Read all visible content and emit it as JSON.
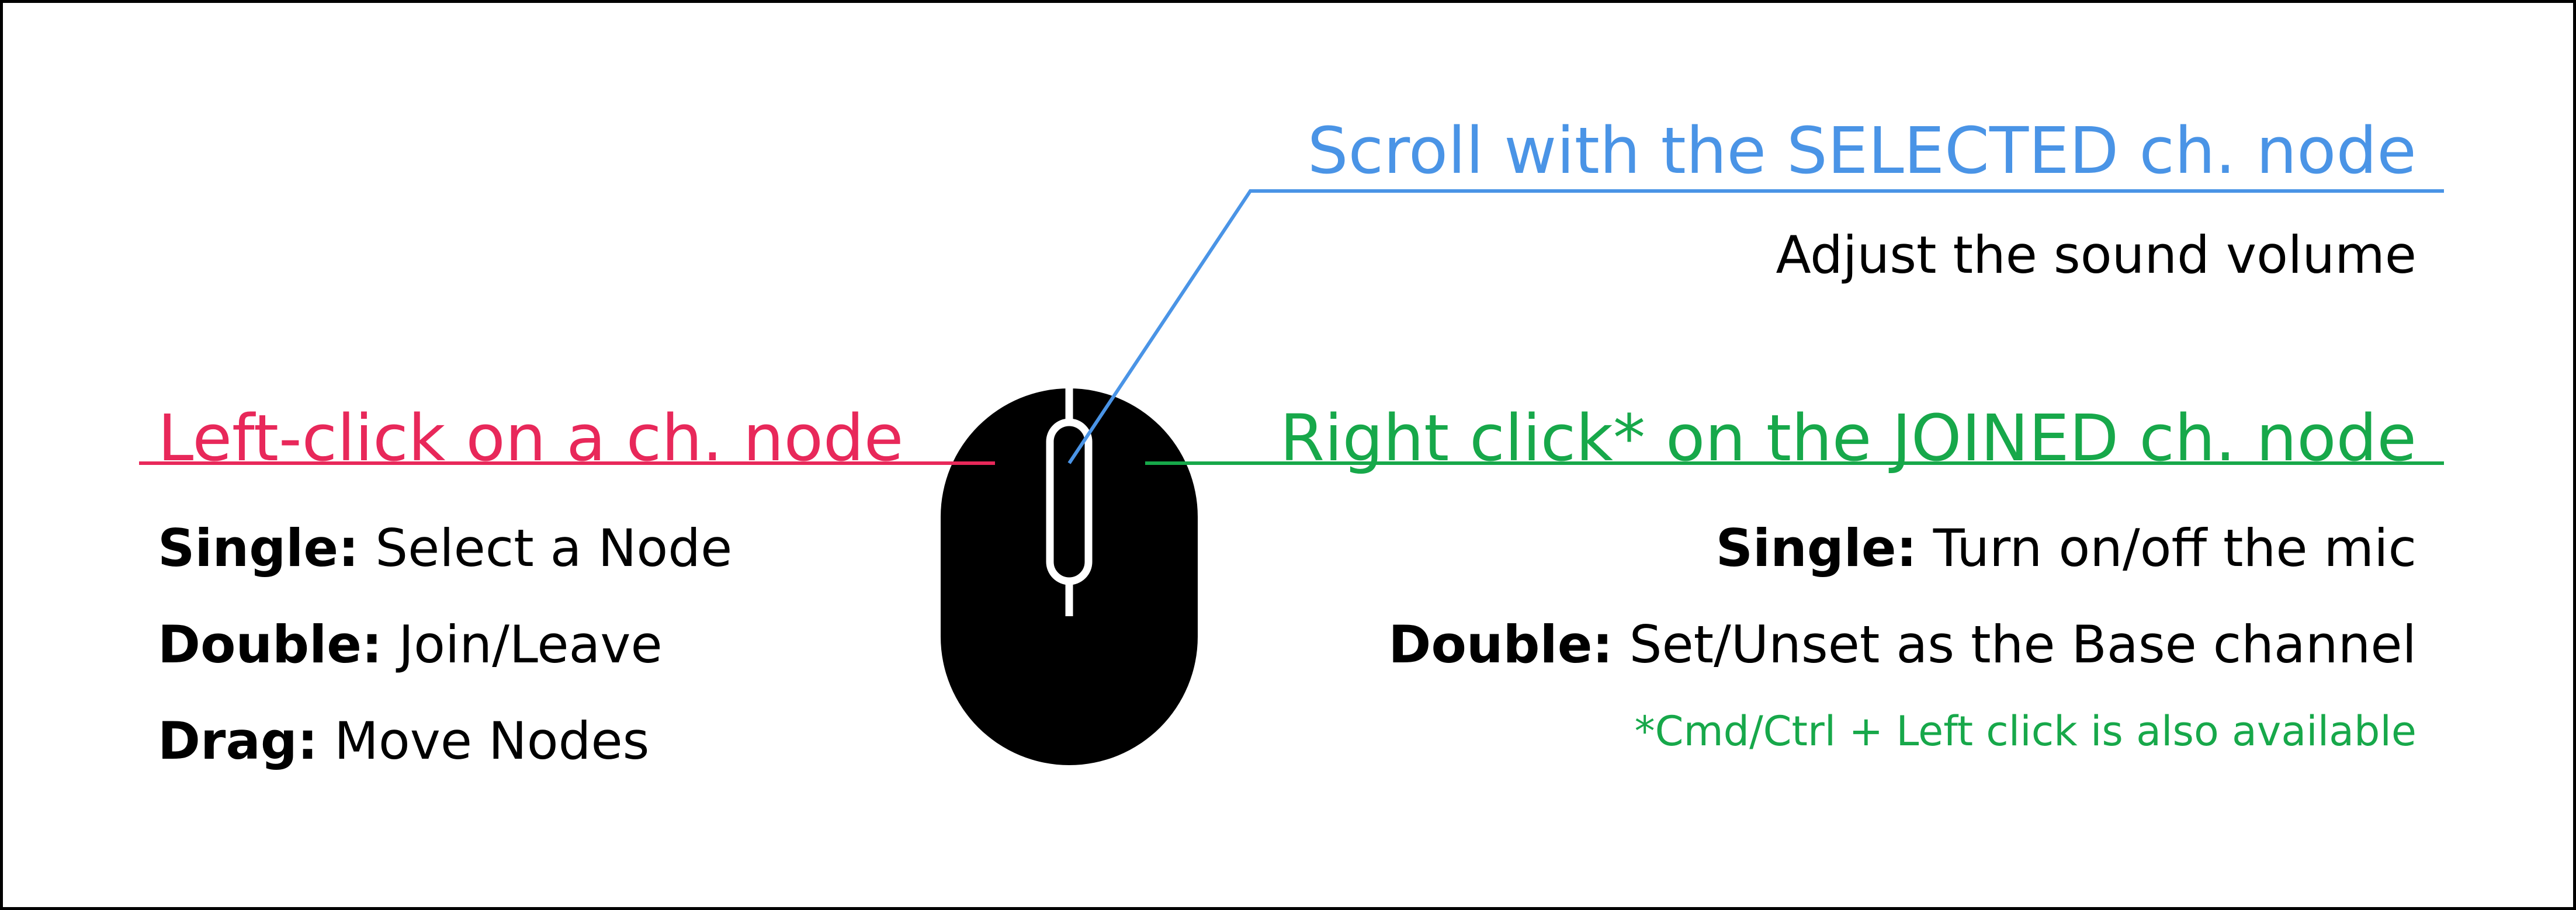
{
  "colors": {
    "left": "#e8285a",
    "scroll": "#4a94e6",
    "right": "#17a84a",
    "text": "#000000",
    "mouse": "#000000"
  },
  "left_click": {
    "heading": "Left-click on a ch. node",
    "items": [
      {
        "key": "Single:",
        "value": "Select a Node"
      },
      {
        "key": "Double:",
        "value": "Join/Leave"
      },
      {
        "key": "Drag:",
        "value": "Move Nodes"
      }
    ]
  },
  "scroll": {
    "heading": "Scroll with the SELECTED ch. node",
    "description": "Adjust the sound volume"
  },
  "right_click": {
    "heading": "Right click* on the JOINED ch. node",
    "items": [
      {
        "key": "Single:",
        "value": "Turn on/off the mic"
      },
      {
        "key": "Double:",
        "value": "Set/Unset as the Base channel"
      }
    ],
    "footnote": "*Cmd/Ctrl + Left click is also available"
  }
}
